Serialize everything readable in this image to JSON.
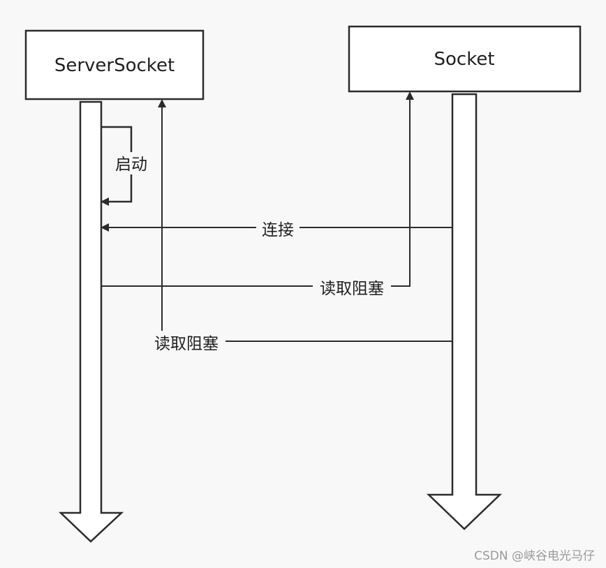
{
  "diagram": {
    "server_box_label": "ServerSocket",
    "client_box_label": "Socket",
    "edges": {
      "start": "启动",
      "connect": "连接",
      "read_block_server": "读取阻塞",
      "read_block_client": "读取阻塞"
    }
  },
  "watermark": "CSDN @峡谷电光马仔",
  "colors": {
    "background": "#f8f8f8",
    "stroke": "#2b2b2b",
    "box_fill": "#ffffff"
  }
}
